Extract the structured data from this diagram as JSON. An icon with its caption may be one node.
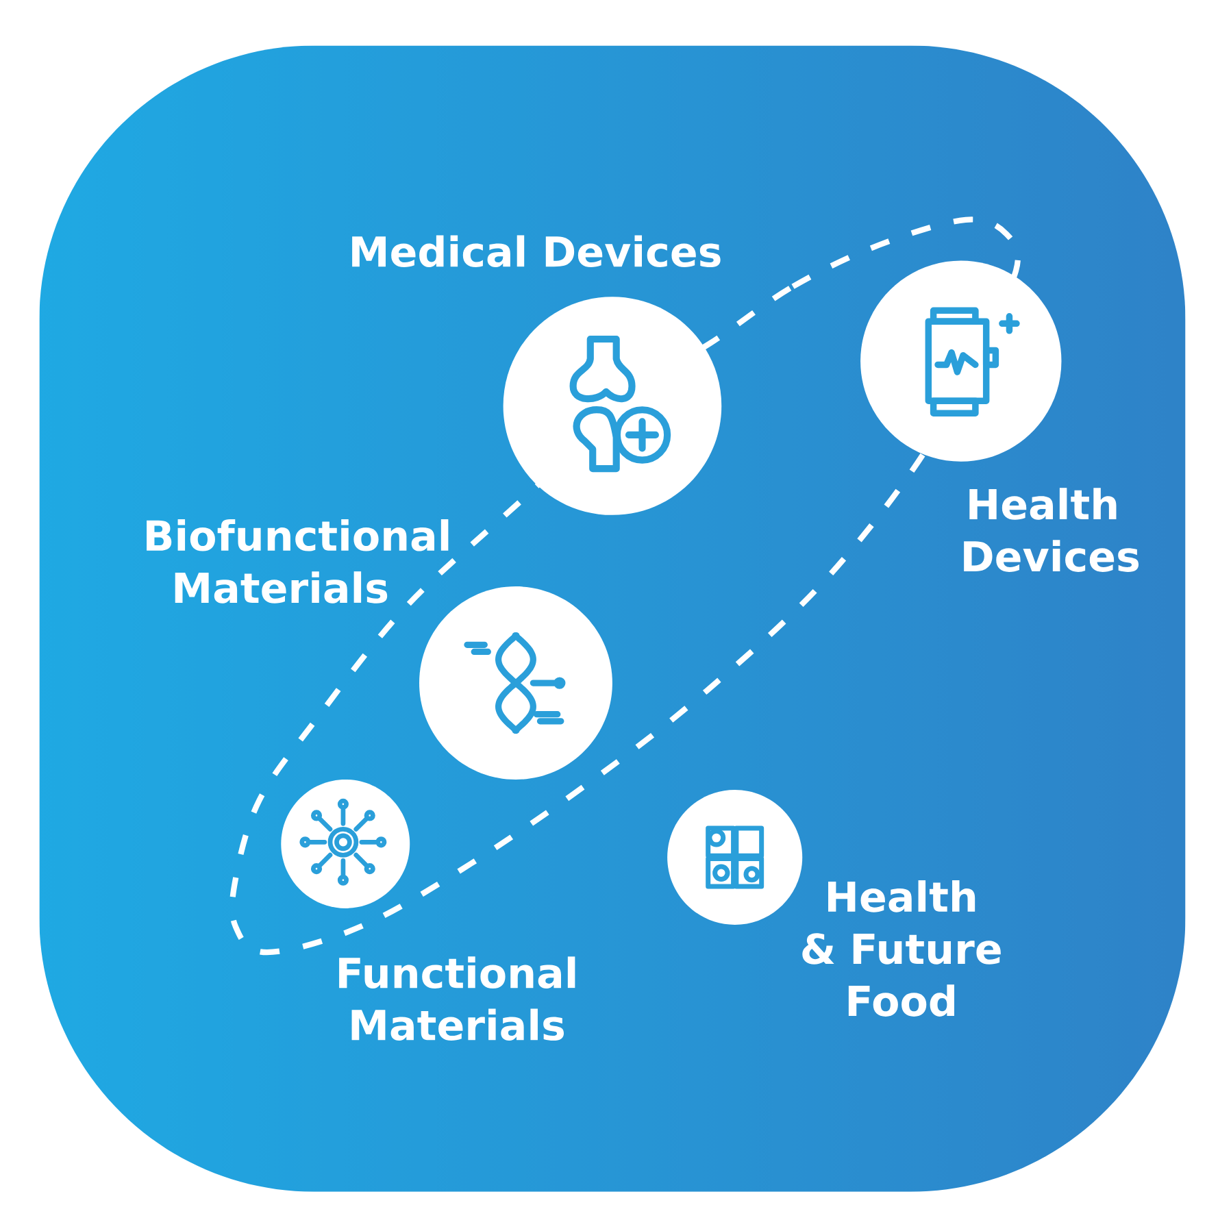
{
  "diagram": {
    "nodes": [
      {
        "text": [
          "Medical Devices"
        ]
      },
      {
        "text": [
          "Health Devices"
        ]
      },
      {
        "text": [
          "Biofunctional Materials"
        ]
      },
      {
        "text": [
          "Functional Materials"
        ]
      },
      {
        "text": [
          "Health & Future Food"
        ]
      }
    ]
  }
}
